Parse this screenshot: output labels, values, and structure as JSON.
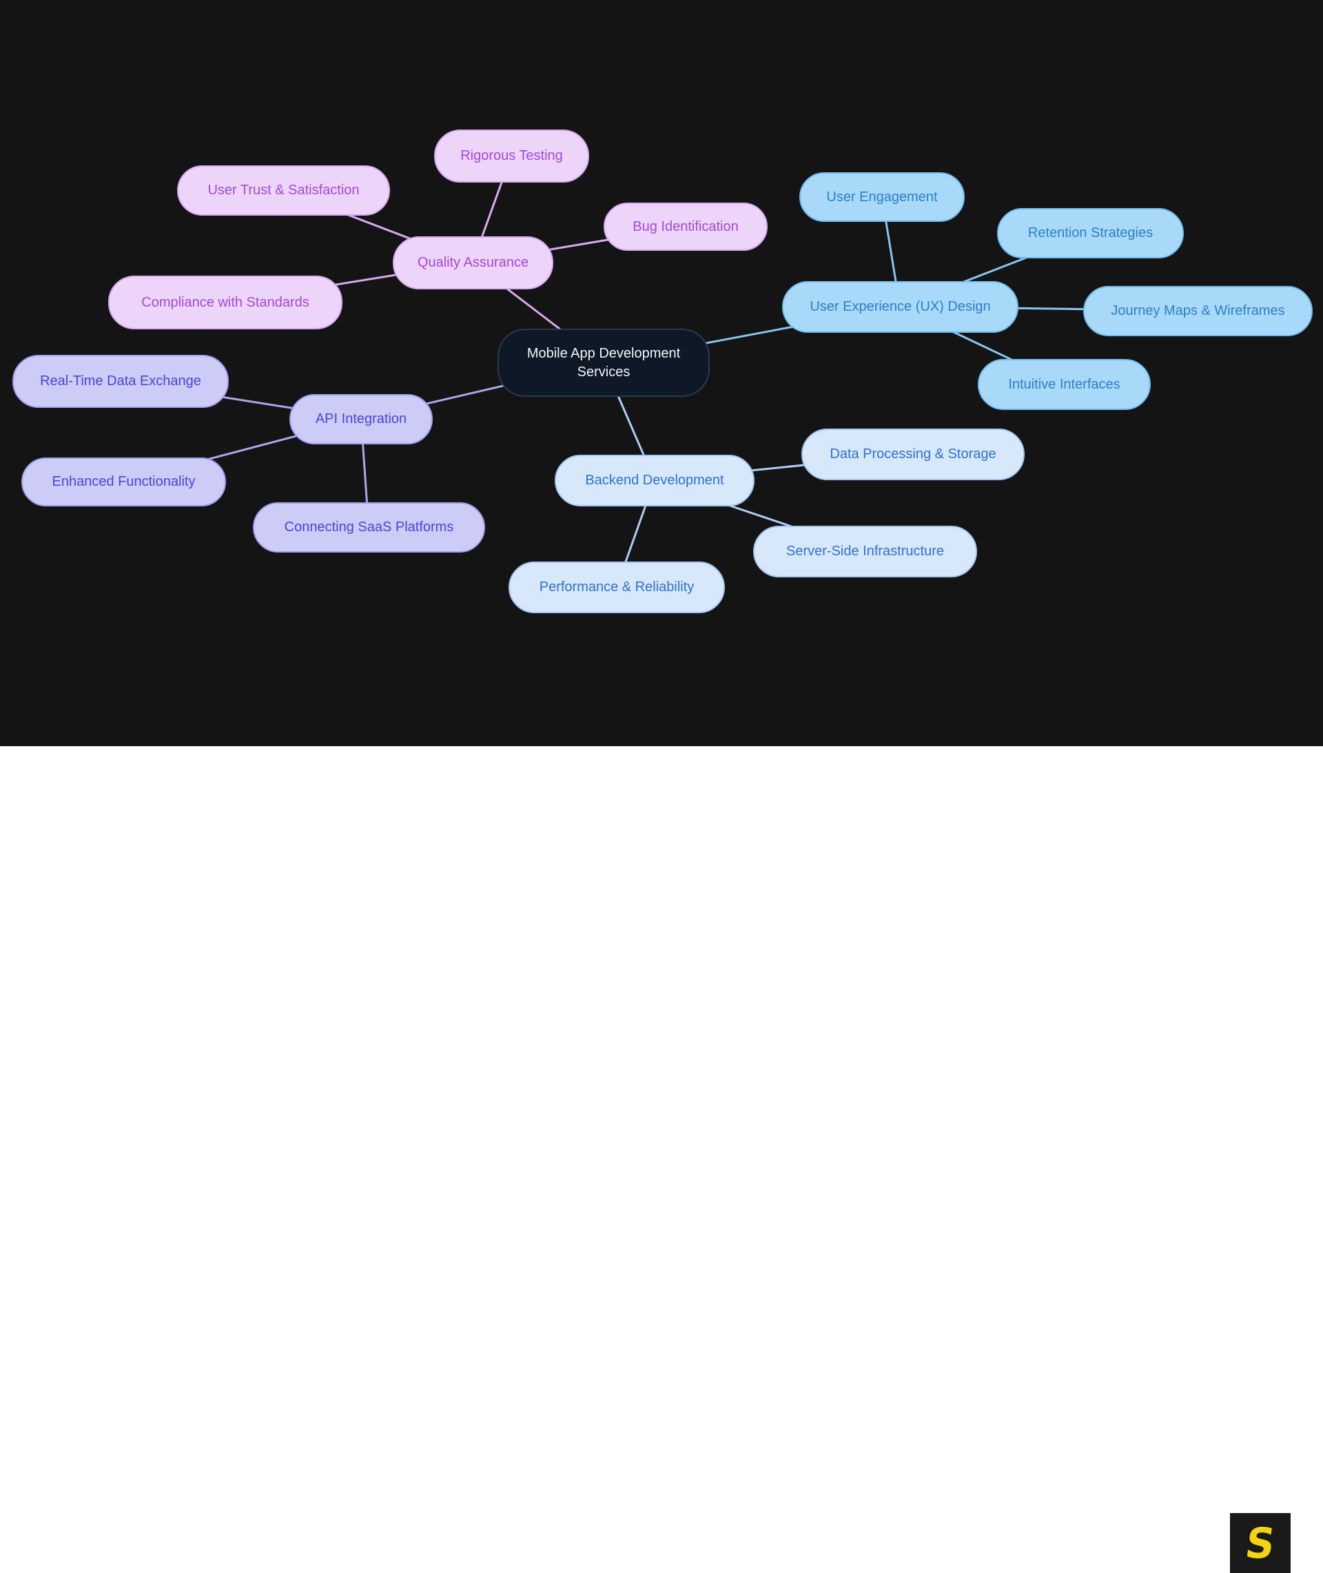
{
  "canvas": {
    "background_color": "#141414",
    "footer_background_color": "#ffffff"
  },
  "mindmap": {
    "root": {
      "label": "Mobile App Development Services",
      "fill": "#0f1826",
      "border": "#2c3a4e",
      "text_color": "#f4f6f9"
    },
    "branches": [
      {
        "label": "Quality Assurance",
        "fill": "#edd4f9",
        "border": "#d9a8f0",
        "text_color": "#a24ad7",
        "edge_color": "#daa9ef",
        "children": [
          {
            "label": "Rigorous Testing"
          },
          {
            "label": "User Trust & Satisfaction"
          },
          {
            "label": "Bug Identification"
          },
          {
            "label": "Compliance with Standards"
          }
        ]
      },
      {
        "label": "User Experience (UX) Design",
        "fill": "#a8d9f8",
        "border": "#72bdf0",
        "text_color": "#2d7fc7",
        "edge_color": "#87c6f2",
        "children": [
          {
            "label": "User Engagement"
          },
          {
            "label": "Retention Strategies"
          },
          {
            "label": "Journey Maps & Wireframes"
          },
          {
            "label": "Intuitive Interfaces"
          }
        ]
      },
      {
        "label": "API Integration",
        "fill": "#cdccf6",
        "border": "#a19ef0",
        "text_color": "#4b44d8",
        "edge_color": "#aaa6f0",
        "children": [
          {
            "label": "Real-Time Data Exchange"
          },
          {
            "label": "Enhanced Functionality"
          },
          {
            "label": "Connecting SaaS Platforms"
          }
        ]
      },
      {
        "label": "Backend Development",
        "fill": "#d7e8fb",
        "border": "#a3c6f2",
        "text_color": "#3071cd",
        "edge_color": "#aecdf3",
        "children": [
          {
            "label": "Data Processing & Storage"
          },
          {
            "label": "Server-Side Infrastructure"
          },
          {
            "label": "Performance & Reliability"
          }
        ]
      }
    ]
  },
  "footer": {
    "logo_letter": "S",
    "logo_background": "#1a1a1a",
    "logo_color": "#f2d410"
  }
}
